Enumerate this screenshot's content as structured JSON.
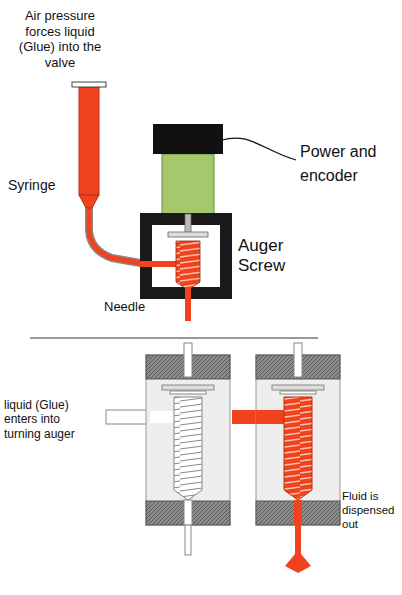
{
  "diagram": {
    "labels": [
      "Air pressure forces liquid (Glue) into the valve",
      "Syringe",
      "Power and encoder",
      "Auger Screw",
      "Needle",
      "liquid (Glue) enters into turning auger",
      "Fluid is dispensed out"
    ]
  }
}
